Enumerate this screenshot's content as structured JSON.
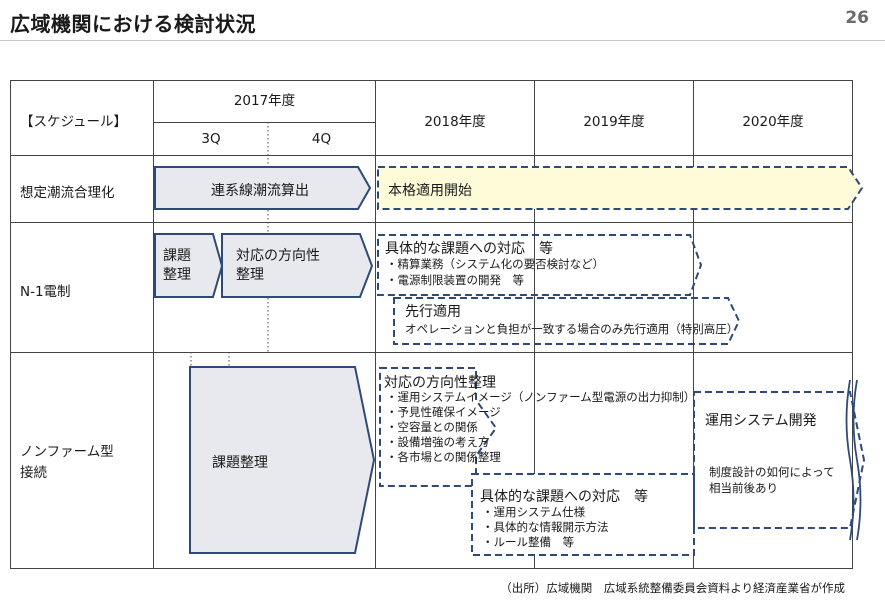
{
  "header": {
    "title": "広域機関における検討状況",
    "page_number": "26"
  },
  "table": {
    "corner_label": "【スケジュール】",
    "year_2017": "2017年度",
    "q3": "3Q",
    "q4": "4Q",
    "year_2018": "2018年度",
    "year_2019": "2019年度",
    "year_2020": "2020年度",
    "rows": [
      {
        "label_lines": [
          "想定潮流合理化"
        ]
      },
      {
        "label_lines": [
          "N-1電制"
        ]
      },
      {
        "label_lines": [
          "ノンファーム型",
          "接続"
        ]
      }
    ]
  },
  "row1": {
    "box1": "連系線潮流算出",
    "box2": "本格適用開始"
  },
  "row2": {
    "box_kadai": [
      "課題",
      "整理"
    ],
    "box_taiou": [
      "対応の方向性",
      "整理"
    ],
    "dashed1_title": "具体的な課題への対応　等",
    "dashed1_items": [
      "・精算業務（システム化の要否検討など）",
      "・電源制限装置の開発　等"
    ],
    "dashed2_title": "先行適用",
    "dashed2_text": "オペレーションと負担が一致する場合のみ先行適用（特別高圧）"
  },
  "row3": {
    "box_kadai": "課題整理",
    "dashed_a_title": "対応の方向性整理",
    "dashed_a_items": [
      "・運用システムイメージ（ノンファーム型電源の出力抑制）",
      "・予見性確保イメージ",
      "・空容量との関係",
      "・設備増強の考え方",
      "・各市場との関係整理"
    ],
    "dashed_b_title": "具体的な課題への対応　等",
    "dashed_b_items": [
      "・運用システム仕様",
      "・具体的な情報開示方法",
      "・ルール整備　等"
    ],
    "dashed_c_title": "運用システム開発",
    "dashed_c_items": [
      "制度設計の如何によって",
      "相当前後あり"
    ]
  },
  "footer": {
    "source": "（出所）広域機関　広域系統整備委員会資料より経済産業省が作成"
  },
  "colors": {
    "arrow_fill": "#e8e9ee",
    "arrow_stroke": "#2e4a7a",
    "yellow_fill": "#fdfbd8",
    "grid": "#444444"
  }
}
